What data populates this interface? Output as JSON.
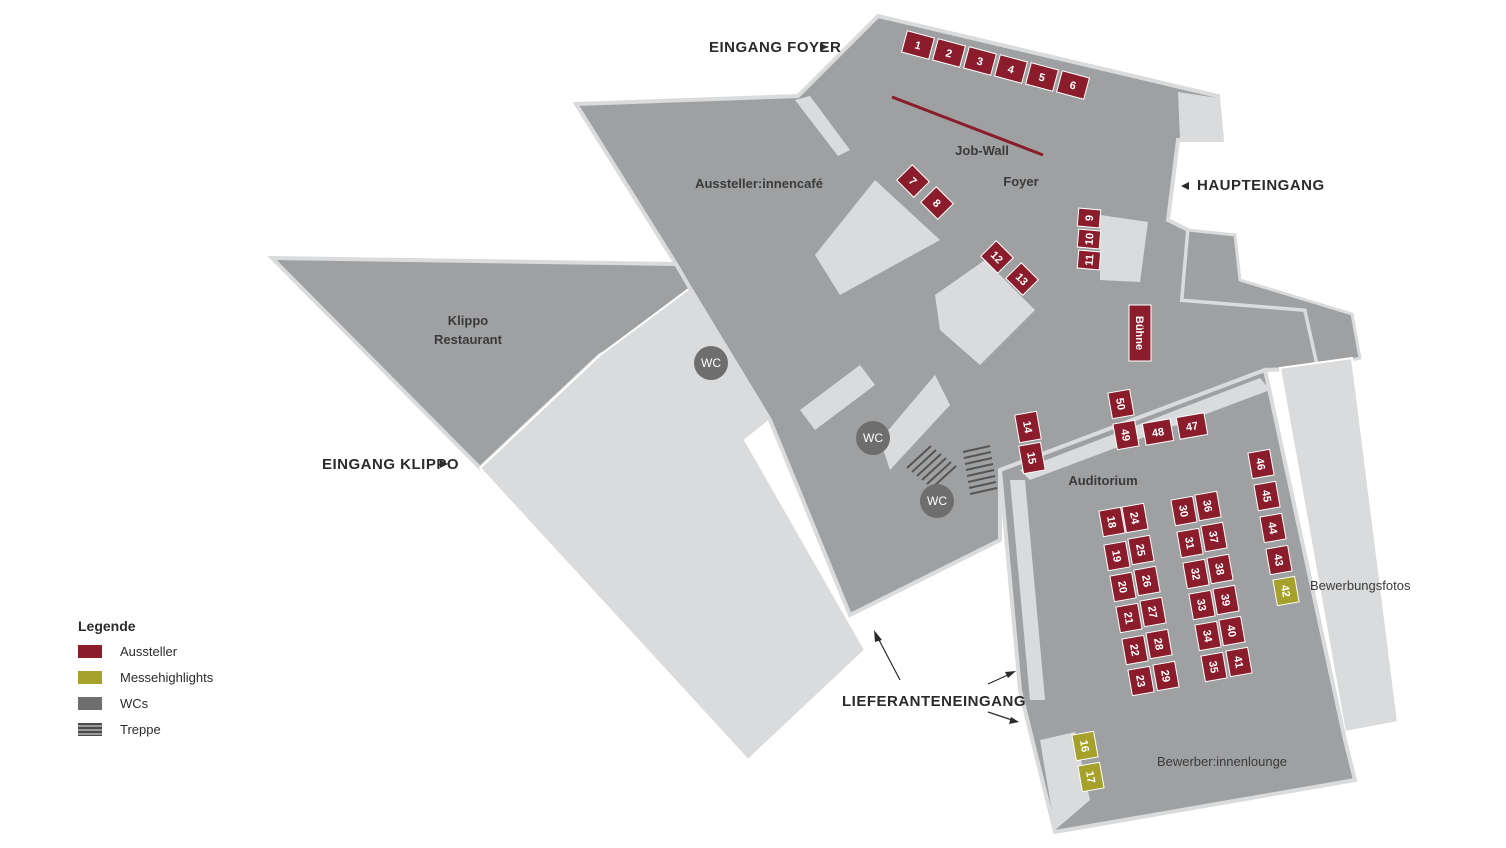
{
  "colors": {
    "aussteller": "#8a1c2b",
    "messehighlights": "#a5a12a",
    "wc": "#6e6e6e",
    "treppe": "#4a4a4a",
    "floor_dark": "#9fa0a2",
    "floor_light": "#dadbdc"
  },
  "labels": {
    "eingang_foyer": "EINGANG FOYER",
    "haupteingang": "HAUPTEINGANG",
    "eingang_klippo": "EINGANG KLIPPO",
    "lieferanteneingang": "LIEFERANTENEINGANG",
    "job_wall": "Job-Wall",
    "foyer": "Foyer",
    "ausstellercafe": "Aussteller:innencafé",
    "klippo_line1": "Klippo",
    "klippo_line2": "Restaurant",
    "auditorium": "Auditorium",
    "buehne": "Bühne",
    "bewerbungsfotos": "Bewerbungsfotos",
    "bewerberlounge": "Bewerber:innenlounge",
    "wc": "WC"
  },
  "legend": {
    "title": "Legende",
    "items": [
      {
        "label": "Aussteller",
        "swatch": "aussteller"
      },
      {
        "label": "Messehighlights",
        "swatch": "messehighlights"
      },
      {
        "label": "WCs",
        "swatch": "wc"
      },
      {
        "label": "Treppe",
        "swatch": "treppe"
      }
    ]
  },
  "booths": {
    "aussteller": [
      "1",
      "2",
      "3",
      "4",
      "5",
      "6",
      "7",
      "8",
      "9",
      "10",
      "11",
      "12",
      "13",
      "14",
      "15",
      "18",
      "19",
      "20",
      "21",
      "22",
      "23",
      "24",
      "25",
      "26",
      "27",
      "28",
      "29",
      "30",
      "31",
      "32",
      "33",
      "34",
      "35",
      "36",
      "37",
      "38",
      "39",
      "40",
      "41",
      "43",
      "44",
      "45",
      "46",
      "47",
      "48",
      "49",
      "50"
    ],
    "messehighlights": [
      "16",
      "17",
      "42"
    ]
  }
}
